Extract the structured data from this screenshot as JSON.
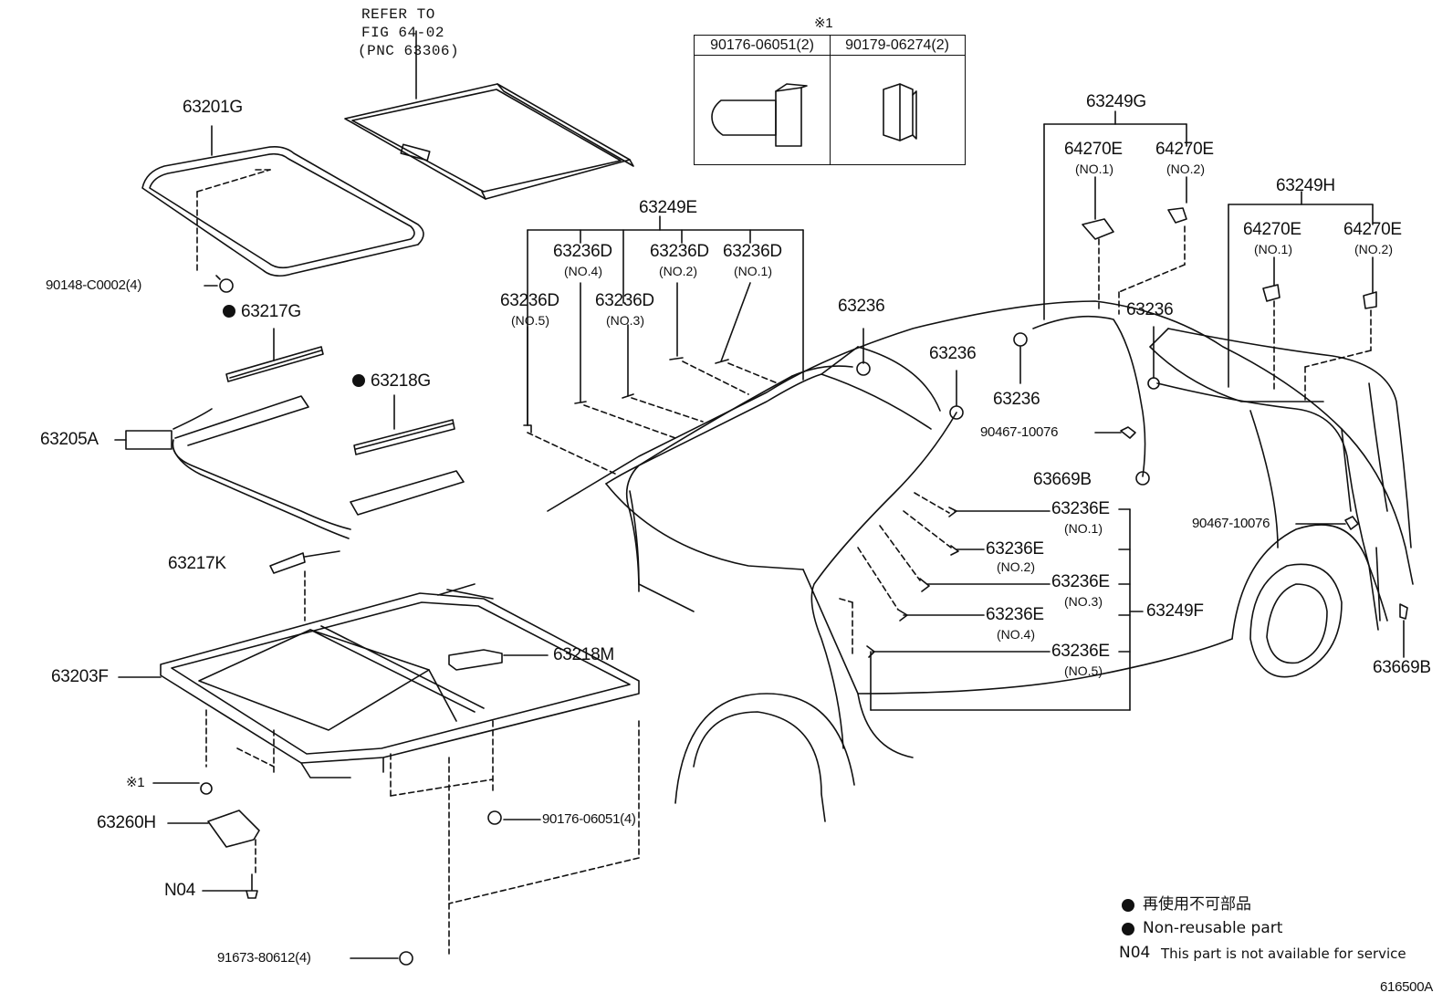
{
  "diagram": {
    "refer_note": [
      "REFER TO",
      "FIG 64-02",
      "(PNC 63306)"
    ],
    "callout": {
      "mark": "※1",
      "left_part": "90176-06051(2)",
      "right_part": "90179-06274(2)"
    },
    "labels": {
      "p63201G": "63201G",
      "p90148": "90148-C0002(4)",
      "p63217G": "63217G",
      "p63218G": "63218G",
      "p63205A": "63205A",
      "p63217K": "63217K",
      "p63203F": "63203F",
      "p63218M": "63218M",
      "p_mark1": "※1",
      "p90176": "90176-06051(4)",
      "p63260H": "63260H",
      "pN04": "N04",
      "p91673": "91673-80612(4)",
      "p63249E": "63249E",
      "p63236D_no4": "63236D",
      "p63236D_no2": "63236D",
      "p63236D_no1": "63236D",
      "p63236D_no5": "63236D",
      "p63236D_no3": "63236D",
      "p63236_a": "63236",
      "p63236_b": "63236",
      "p63236_c": "63236",
      "p63236_d": "63236",
      "p63249G": "63249G",
      "p64270E_g1": "64270E",
      "p64270E_g2": "64270E",
      "p63249H": "63249H",
      "p64270E_h1": "64270E",
      "p64270E_h2": "64270E",
      "p90467_a": "90467-10076",
      "p63669B_a": "63669B",
      "p63236E_no1": "63236E",
      "p63236E_no2": "63236E",
      "p63236E_no3": "63236E",
      "p63236E_no4": "63236E",
      "p63236E_no5": "63236E",
      "p63249F": "63249F",
      "p90467_b": "90467-10076",
      "p63669B_b": "63669B"
    },
    "sublabels": {
      "no4_d": "(NO.4)",
      "no2_d": "(NO.2)",
      "no1_d": "(NO.1)",
      "no5_d": "(NO.5)",
      "no3_d": "(NO.3)",
      "no1_g": "(NO.1)",
      "no2_g": "(NO.2)",
      "no1_h": "(NO.1)",
      "no2_h": "(NO.2)",
      "no1_e": "(NO.1)",
      "no2_e": "(NO.2)",
      "no3_e": "(NO.3)",
      "no4_e": "(NO.4)",
      "no5_e": "(NO.5)"
    },
    "legend": {
      "jp": "再使用不可部品",
      "en": "Non-reusable part",
      "n04_code": "N04",
      "n04_text": "This part is not available for service"
    },
    "figure_code": "616500A"
  }
}
